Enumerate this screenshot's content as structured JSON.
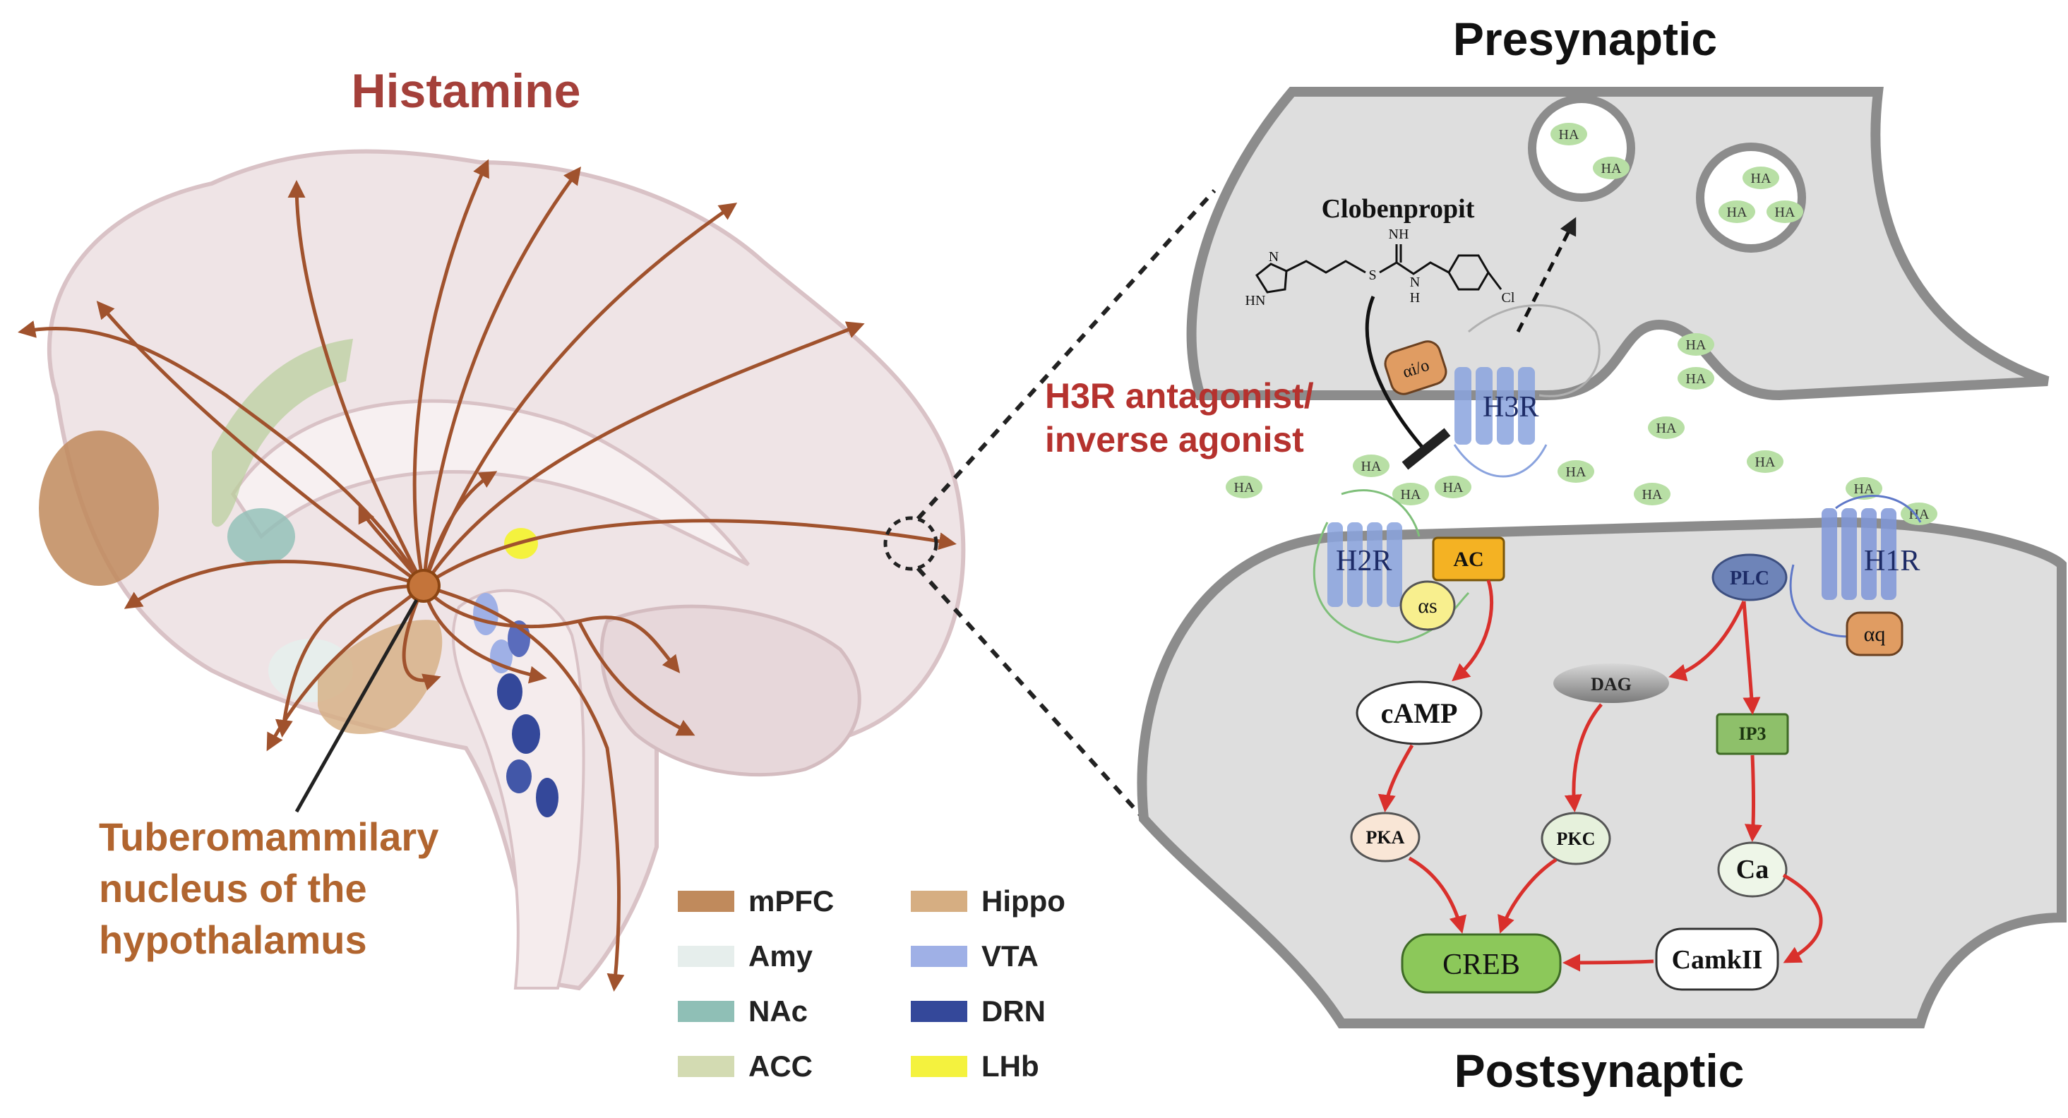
{
  "brain": {
    "title": "Histamine",
    "tmn_label": [
      "Tuberomammilary",
      "nucleus of the",
      "hypothalamus"
    ],
    "legend": [
      {
        "label": "mPFC",
        "color": "#c08a5c"
      },
      {
        "label": "Amy",
        "color": "#e6eeec"
      },
      {
        "label": "NAc",
        "color": "#8fbfb6"
      },
      {
        "label": "ACC",
        "color": "#d3dbb2"
      },
      {
        "label": "Hippo",
        "color": "#d6ae82"
      },
      {
        "label": "VTA",
        "color": "#9fb0e6"
      },
      {
        "label": "DRN",
        "color": "#34489a"
      },
      {
        "label": "LHb",
        "color": "#f4f23e"
      }
    ]
  },
  "synapse": {
    "presynaptic": "Presynaptic",
    "postsynaptic": "Postsynaptic",
    "drug": "Clobenpropit",
    "antagonist_label": [
      "H3R antagonist/",
      "inverse agonist"
    ],
    "receptors": {
      "h1r": "H1R",
      "h2r": "H2R",
      "h3r": "H3R"
    },
    "g_proteins": {
      "gio": "αi/o",
      "gs": "αs",
      "gq": "αq"
    },
    "enzymes": {
      "ac": "AC",
      "plc": "PLC"
    },
    "messengers": {
      "camp": "cAMP",
      "dag": "DAG",
      "ip3": "IP3",
      "ca": "Ca"
    },
    "kinases": {
      "pka": "PKA",
      "pkc": "PKC",
      "camkii": "CamkII"
    },
    "creb": "CREB",
    "ha": "HA",
    "chem": {
      "nh": "NH",
      "hn": "HN",
      "h": "H",
      "n": "N",
      "s": "S",
      "cl": "Cl"
    }
  }
}
